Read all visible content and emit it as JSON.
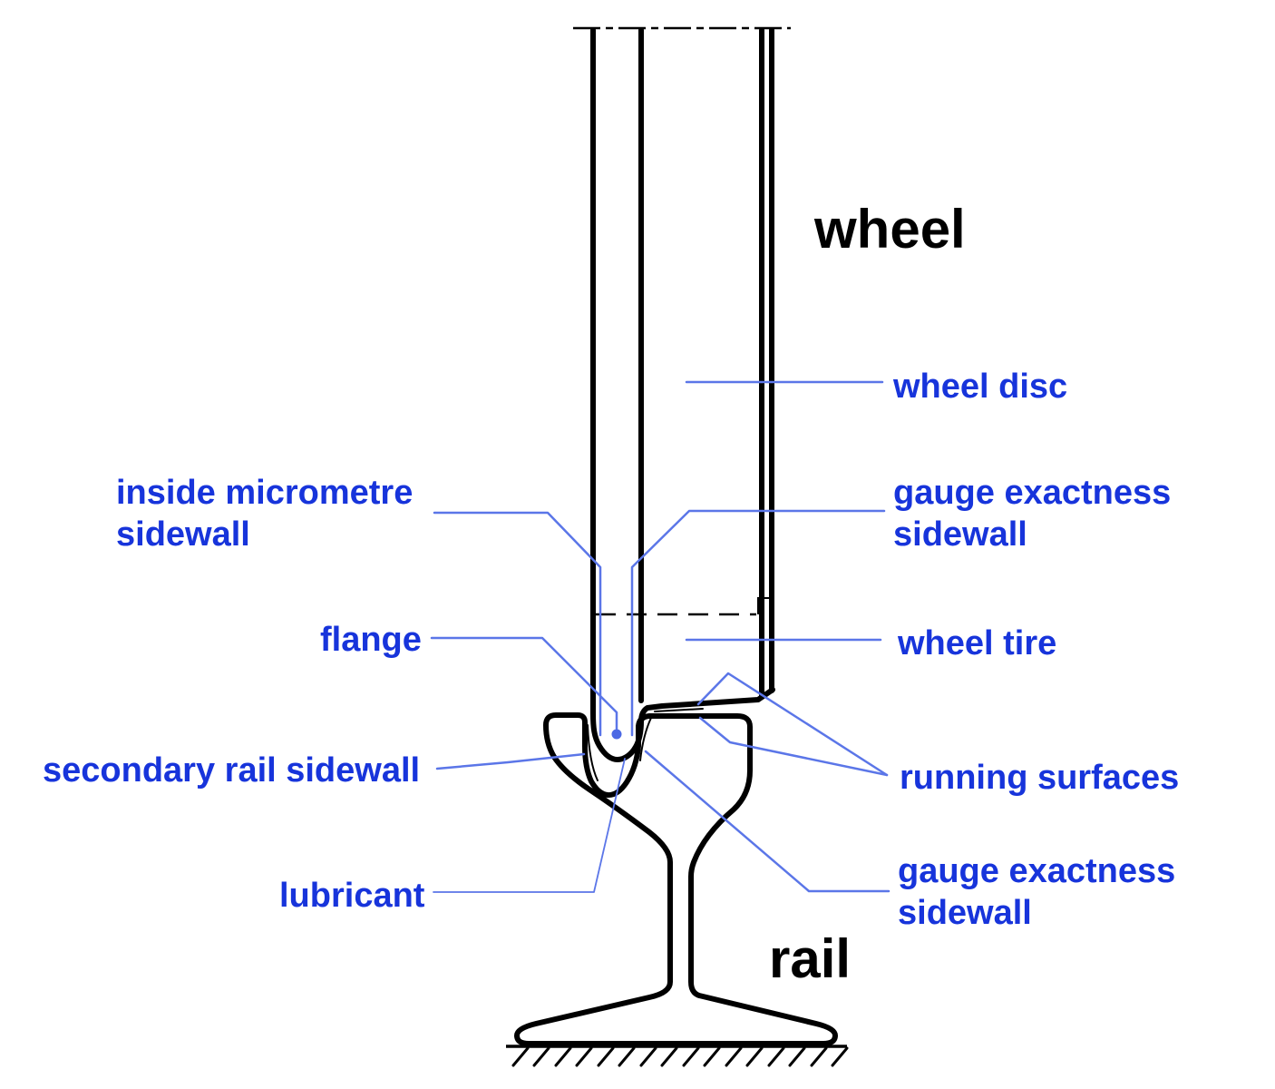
{
  "diagram": {
    "type": "technical-cross-section",
    "subject": "railway wheel and grooved rail contact",
    "titles": {
      "wheel": "wheel",
      "rail": "rail"
    },
    "annotations": {
      "wheel_disc": {
        "text": "wheel disc"
      },
      "gauge_exactness_sidewall_upper": {
        "line1": "gauge exactness",
        "line2": "sidewall"
      },
      "inside_micrometre_sidewall": {
        "line1": "inside micrometre",
        "line2": "sidewall"
      },
      "flange": {
        "text": "flange"
      },
      "wheel_tire": {
        "text": "wheel tire"
      },
      "running_surfaces": {
        "text": "running surfaces"
      },
      "secondary_rail_sidewall": {
        "text": "secondary rail sidewall"
      },
      "lubricant": {
        "text": "lubricant"
      },
      "gauge_exactness_sidewall_lower": {
        "line1": "gauge exactness",
        "line2": "sidewall"
      }
    },
    "colors": {
      "label_blue": "#1734db",
      "leader_blue": "#5b76e8",
      "marker_dot_blue": "#4c69e4",
      "outline_black": "#000000",
      "background": "#ffffff"
    }
  }
}
